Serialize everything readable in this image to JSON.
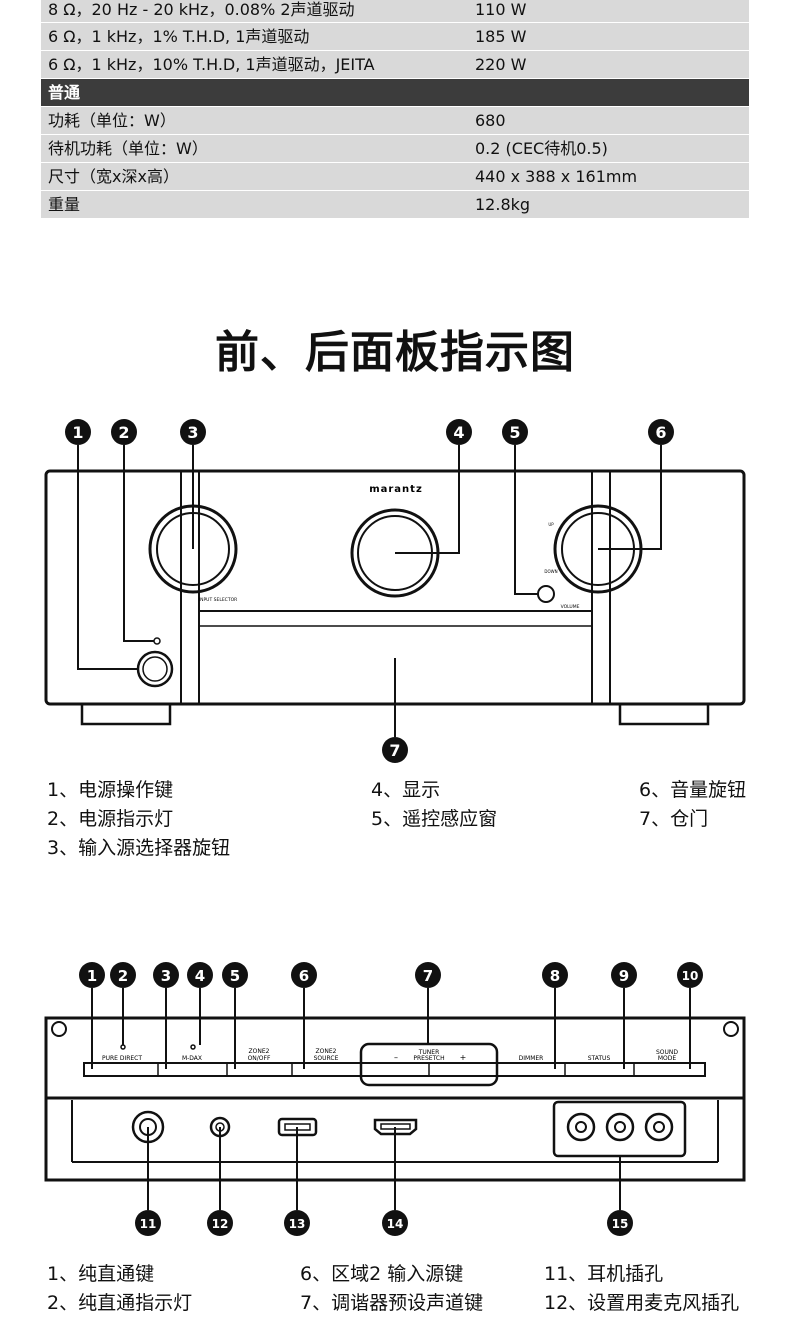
{
  "spec_table": {
    "rows": [
      {
        "label": "8 Ω，20 Hz - 20 kHz，0.08% 2声道驱动",
        "value": "110 W"
      },
      {
        "label": "6 Ω，1 kHz，1% T.H.D, 1声道驱动",
        "value": "185 W"
      },
      {
        "label": "6 Ω，1 kHz，10% T.H.D, 1声道驱动，JEITA",
        "value": "220 W"
      }
    ],
    "section_header": "普通",
    "general_rows": [
      {
        "label": "功耗（单位：W）",
        "value": "680"
      },
      {
        "label": "待机功耗（单位：W）",
        "value": "0.2 (CEC待机0.5)"
      },
      {
        "label": "尺寸（宽x深x高）",
        "value": "440 x 388 x 161mm"
      },
      {
        "label": "重量",
        "value": "12.8kg"
      }
    ]
  },
  "title": "前、后面板指示图",
  "front_panel": {
    "brand": "marantz",
    "labels": {
      "input_selector": "INPUT SELECTOR",
      "volume": "VOLUME",
      "up": "UP",
      "down": "DOWN"
    },
    "callouts": [
      "1",
      "2",
      "3",
      "4",
      "5",
      "6",
      "7"
    ],
    "legend": {
      "col1": [
        "1、电源操作键",
        "2、电源指示灯",
        "3、输入源选择器旋钮"
      ],
      "col2": [
        "4、显示",
        "5、遥控感应窗"
      ],
      "col3": [
        "6、音量旋钮",
        "7、仓门"
      ]
    }
  },
  "door_panel": {
    "labels": {
      "pure_direct": "PURE DIRECT",
      "mdax": "M-DAX",
      "zone2_onoff_1": "ZONE2",
      "zone2_onoff_2": "ON/OFF",
      "zone2_source_1": "ZONE2",
      "zone2_source_2": "SOURCE",
      "tuner_1": "TUNER",
      "tuner_2": "PRESETCH",
      "minus": "–",
      "plus": "+",
      "dimmer": "DIMMER",
      "status": "STATUS",
      "sound_mode_1": "SOUND",
      "sound_mode_2": "MODE"
    },
    "callouts": [
      "1",
      "2",
      "3",
      "4",
      "5",
      "6",
      "7",
      "8",
      "9",
      "10",
      "11",
      "12",
      "13",
      "14",
      "15"
    ],
    "legend": {
      "col1": [
        "1、纯直通键",
        "2、纯直通指示灯"
      ],
      "col2": [
        "6、区域2 输入源键",
        "7、调谐器预设声道键"
      ],
      "col3": [
        "11、耳机插孔",
        "12、设置用麦克风插孔"
      ]
    }
  }
}
